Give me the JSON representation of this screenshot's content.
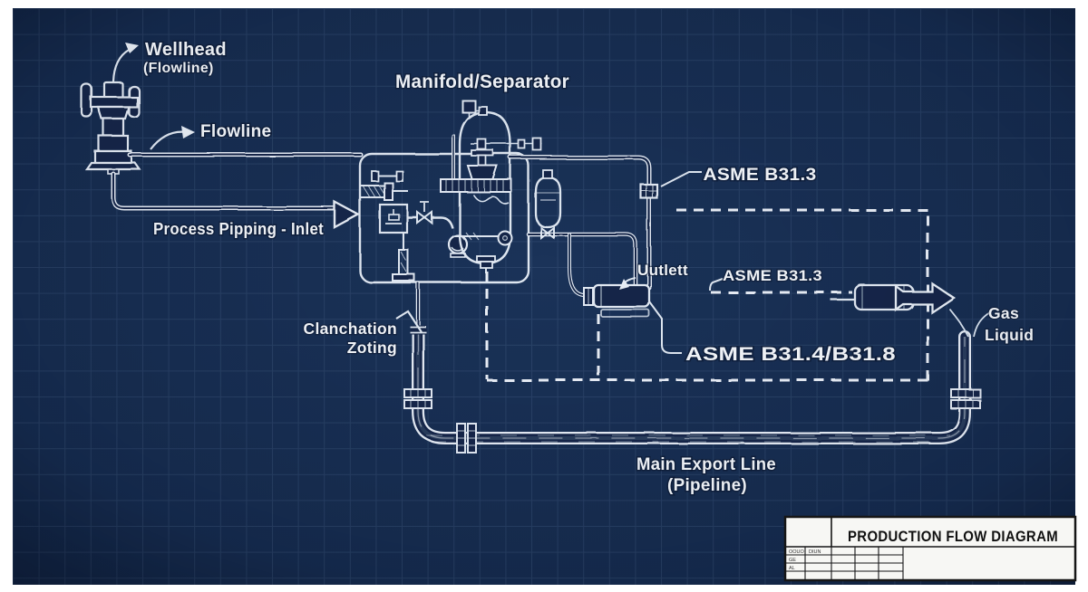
{
  "canvas": {
    "background": "#132849",
    "grid_color": "rgba(150,180,220,0.13)",
    "line_color": "#e6ecf5"
  },
  "diagram": {
    "title": "Manifold/Separator",
    "wellhead_label": {
      "line1": "Wellhead",
      "line2": "(Flowline)"
    },
    "flowline_label": "Flowline",
    "process_inlet_label": "Process Pipping - Inlet",
    "asme_b313_top_label": "ASME B31.3",
    "asme_b313_mid_label": "ASME B31.3",
    "outlet_label": "Uutlett",
    "asme_b314_label": "ASME B31.4/B31.8",
    "clamp_label": {
      "line1": "Clanchation",
      "line2": "Zoting"
    },
    "gas_label": "Gas",
    "liquid_label": "Liquid",
    "export_label": {
      "line1": "Main Export Line",
      "line2": "(Pipeline)"
    }
  },
  "title_block": {
    "title": "PRODUCTION FLOW DIAGRAM",
    "rev_cells": [
      "OOUO",
      "DIUN",
      "GE",
      "AL"
    ]
  }
}
